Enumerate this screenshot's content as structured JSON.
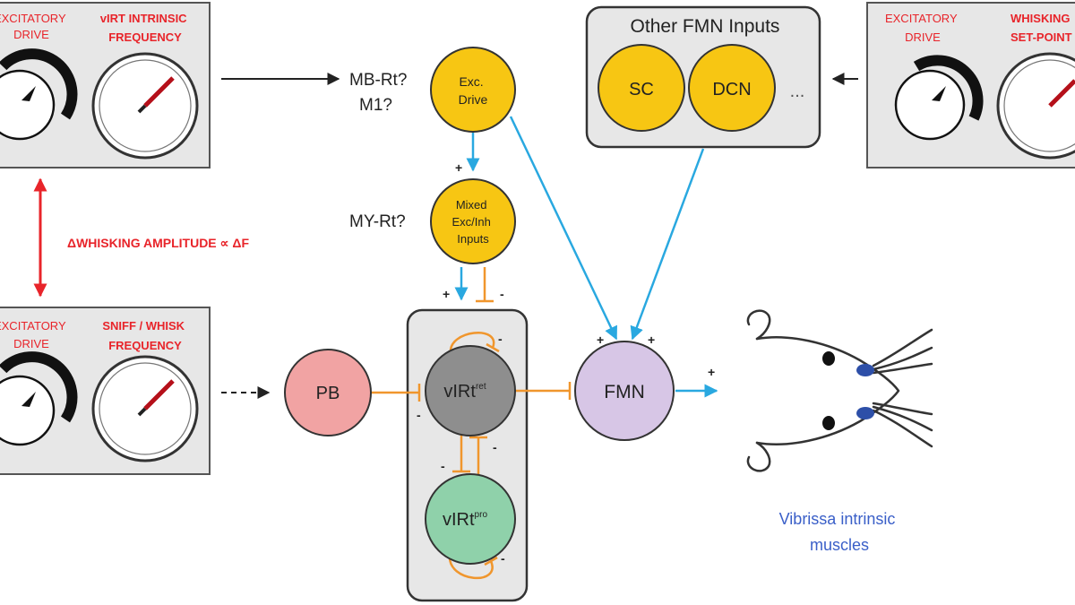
{
  "panels": {
    "top_left": {
      "label1": [
        "EXCITATORY",
        "DRIVE"
      ],
      "label2": [
        "vIRT INTRINSIC",
        "FREQUENCY"
      ]
    },
    "bottom_left": {
      "label1": [
        "EXCITATORY",
        "DRIVE"
      ],
      "label2": [
        "SNIFF / WHISK",
        "FREQUENCY"
      ]
    },
    "top_right": {
      "label1": [
        "EXCITATORY",
        "DRIVE"
      ],
      "label2": [
        "WHISKING",
        "SET-POINT"
      ]
    }
  },
  "amplitude_label": "ΔWHISKING AMPLITUDE ∝ ΔF",
  "region_labels": {
    "mb_rt": "MB-Rt?",
    "m1": "M1?",
    "my_rt": "MY-Rt?"
  },
  "nodes": {
    "exc_drive": [
      "Exc.",
      "Drive"
    ],
    "mixed": [
      "Mixed",
      "Exc/Inh",
      "Inputs"
    ],
    "pb": "PB",
    "virt_ret": {
      "main": "vIRt",
      "sup": "ret"
    },
    "virt_pro": {
      "main": "vIRt",
      "sup": "pro"
    },
    "fmn": "FMN",
    "sc": "SC",
    "dcn": "DCN"
  },
  "other_inputs_title": "Other FMN Inputs",
  "ellipsis": "...",
  "signs": {
    "plus": "+",
    "minus": "-"
  },
  "muscles_label": [
    "Vibrissa intrinsic",
    "muscles"
  ],
  "colors": {
    "excitatory": "#29a8e0",
    "inhibitory": "#f0962d",
    "yellow": "#f7c613",
    "pb": "#f1a3a3",
    "fmn": "#d7c6e6",
    "virt_ret": "#8e8e8e",
    "virt_pro": "#8fd1aa",
    "panel": "#e7e7e7",
    "red_text": "#e8242a",
    "muscles_text": "#3a5fc8"
  }
}
